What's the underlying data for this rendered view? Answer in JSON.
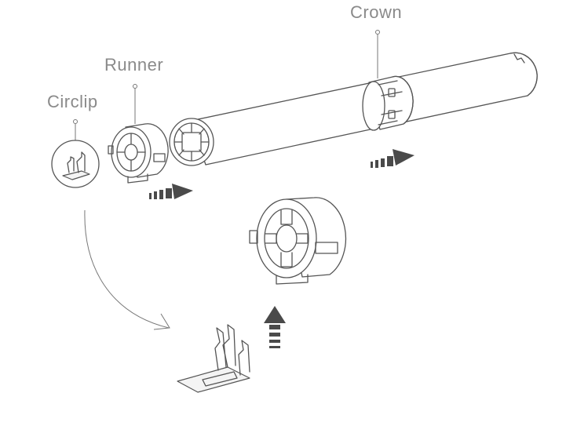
{
  "labels": {
    "crown": "Crown",
    "runner": "Runner",
    "circlip": "Circlip"
  },
  "colors": {
    "label_text": "#8a8a8a",
    "line": "#555555",
    "arrow": "#4a4a4a",
    "background": "#ffffff"
  },
  "icons": {
    "move_arrow": "striped-arrow-icon"
  }
}
